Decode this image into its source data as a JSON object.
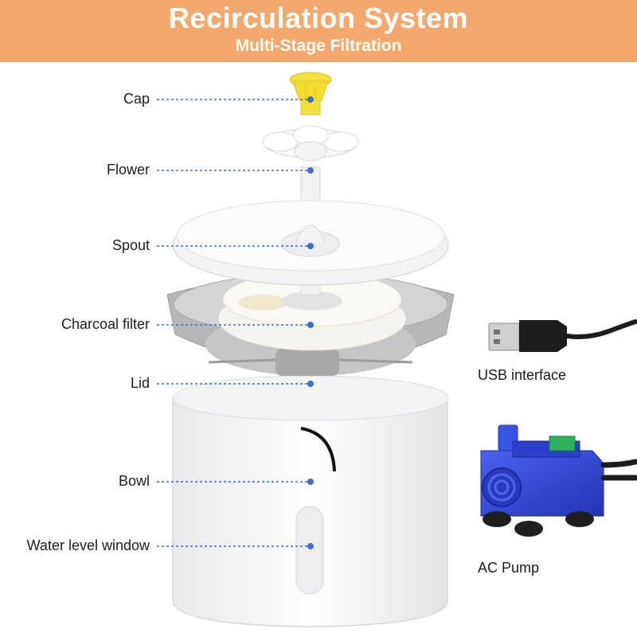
{
  "banner": {
    "title": "Recirculation System",
    "subtitle": "Multi-Stage Filtration"
  },
  "parts": [
    {
      "id": "cap",
      "label": "Cap"
    },
    {
      "id": "flower",
      "label": "Flower"
    },
    {
      "id": "spout",
      "label": "Spout"
    },
    {
      "id": "charcoal-filter",
      "label": "Charcoal filter"
    },
    {
      "id": "lid",
      "label": "Lid"
    },
    {
      "id": "bowl",
      "label": "Bowl"
    },
    {
      "id": "water-level-window",
      "label": "Water level window"
    }
  ],
  "accessories": {
    "usb": "USB interface",
    "pump": "AC Pump"
  },
  "colors": {
    "banner": "#f5a86b",
    "leader_line": "#3a6fd8",
    "cap": "#f4e03a",
    "pump": "#2f47d6",
    "lid": "#bfbfbf"
  }
}
